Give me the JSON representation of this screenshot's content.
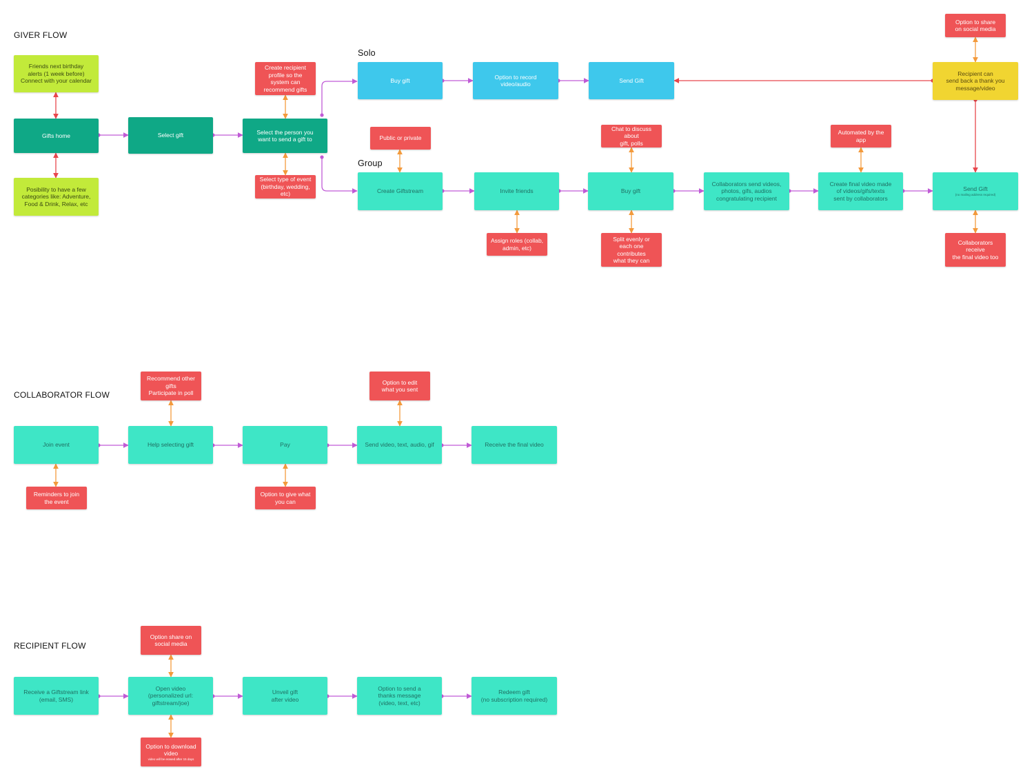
{
  "headings": {
    "giver": "GIVER FLOW",
    "solo": "Solo",
    "group": "Group",
    "collaborator": "COLLABORATOR FLOW",
    "recipient": "RECIPIENT FLOW"
  },
  "nodes": {
    "birthday_alerts": "Friends next birthday\nalerts (1 week before)\nConnect with your calendar",
    "gifts_home": "Gifts home",
    "categories": "Posibility to have a few\ncategories like: Adventure,\nFood & Drink, Relax, etc",
    "select_gift": "Select gift",
    "recipient_profile": "Create recipient\nprofile so the\nsystem can\nrecommend gifts",
    "select_person": "Select the person you\nwant to send a gift to",
    "event_type": "Select type of event\n(birthday, wedding,\netc)",
    "solo_buy": "Buy gift",
    "solo_record": "Option to record\nvideo/audio",
    "solo_send": "Send Gift",
    "share_social_giver": "Option to share\non social media",
    "thank_you": "Recipient can\nsend back a thank you\nmessage/video",
    "public_private": "Public or private",
    "create_giftstream": "Create Giftstream",
    "invite_friends": "Invite friends",
    "assign_roles": "Assign roles (collab,\nadmin, etc)",
    "chat": "Chat to discuss about\ngift, polls",
    "group_buy": "Buy gift",
    "split": "Split evenly or\neach one contributes\nwhat they can",
    "collab_send": "Collaborators send videos,\nphotos, gifs, audios\ncongratulating recipient",
    "automated": "Automated by the\napp",
    "final_video": "Create final video made\nof videos/gifs/texts\nsent by collaborators",
    "group_send": "Send Gift",
    "group_send_note": "(no mailing address required)",
    "collab_receive": "Collaborators receive\nthe final video too",
    "join_event": "Join event",
    "reminders": "Reminders to join\nthe event",
    "help_select": "Help selecting gift",
    "recommend_other": "Recommend other\ngifts\nParticipate in poll",
    "pay": "Pay",
    "give_what_you_can": "Option to give what\nyou can",
    "send_media": "Send video, text, audio, gif",
    "edit_sent": "Option to edit\nwhat you sent",
    "receive_final": "Receive the final video",
    "receive_link": "Receive a Giftstream link\n(email, SMS)",
    "open_video": "Open video\n(personalized url:\ngiftstream/joe)",
    "share_social_recipient": "Option share on\nsocial media",
    "download": "Option to download\nvideo",
    "download_note": "video will be erased after 15 days",
    "unveil": "Unveil gift\nafter video",
    "send_thanks": "Option to send a\nthanks message\n(video, text, etc)",
    "redeem": "Redeem gift\n(no subscription required)"
  },
  "colors": {
    "dark_green": "#0fa886",
    "lime": "#c2ea3a",
    "red": "#ef5456",
    "blue": "#3ec8ec",
    "teal": "#3ee6c6",
    "yellow": "#f1d531",
    "flow_arrow": "#c05bd6",
    "option_arrow": "#f39a3c",
    "alert_arrow": "#e8464c"
  }
}
